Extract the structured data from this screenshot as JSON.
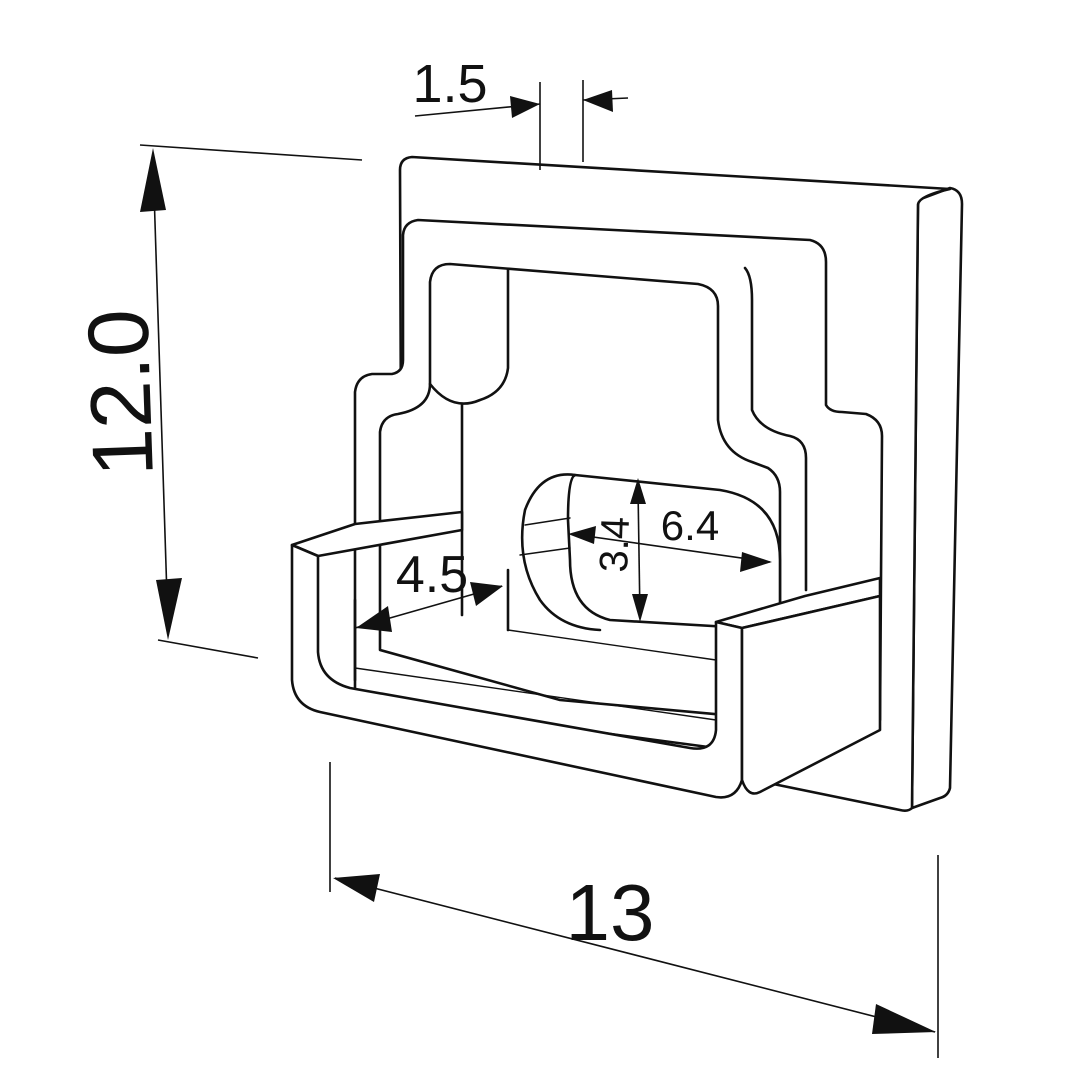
{
  "dimensions": {
    "top_offset": "1.5",
    "height": "12.0",
    "width": "13",
    "slot_height": "3.4",
    "slot_width": "6.4",
    "rail_depth": "4.5"
  },
  "colors": {
    "line": "#111111",
    "background": "#ffffff"
  }
}
